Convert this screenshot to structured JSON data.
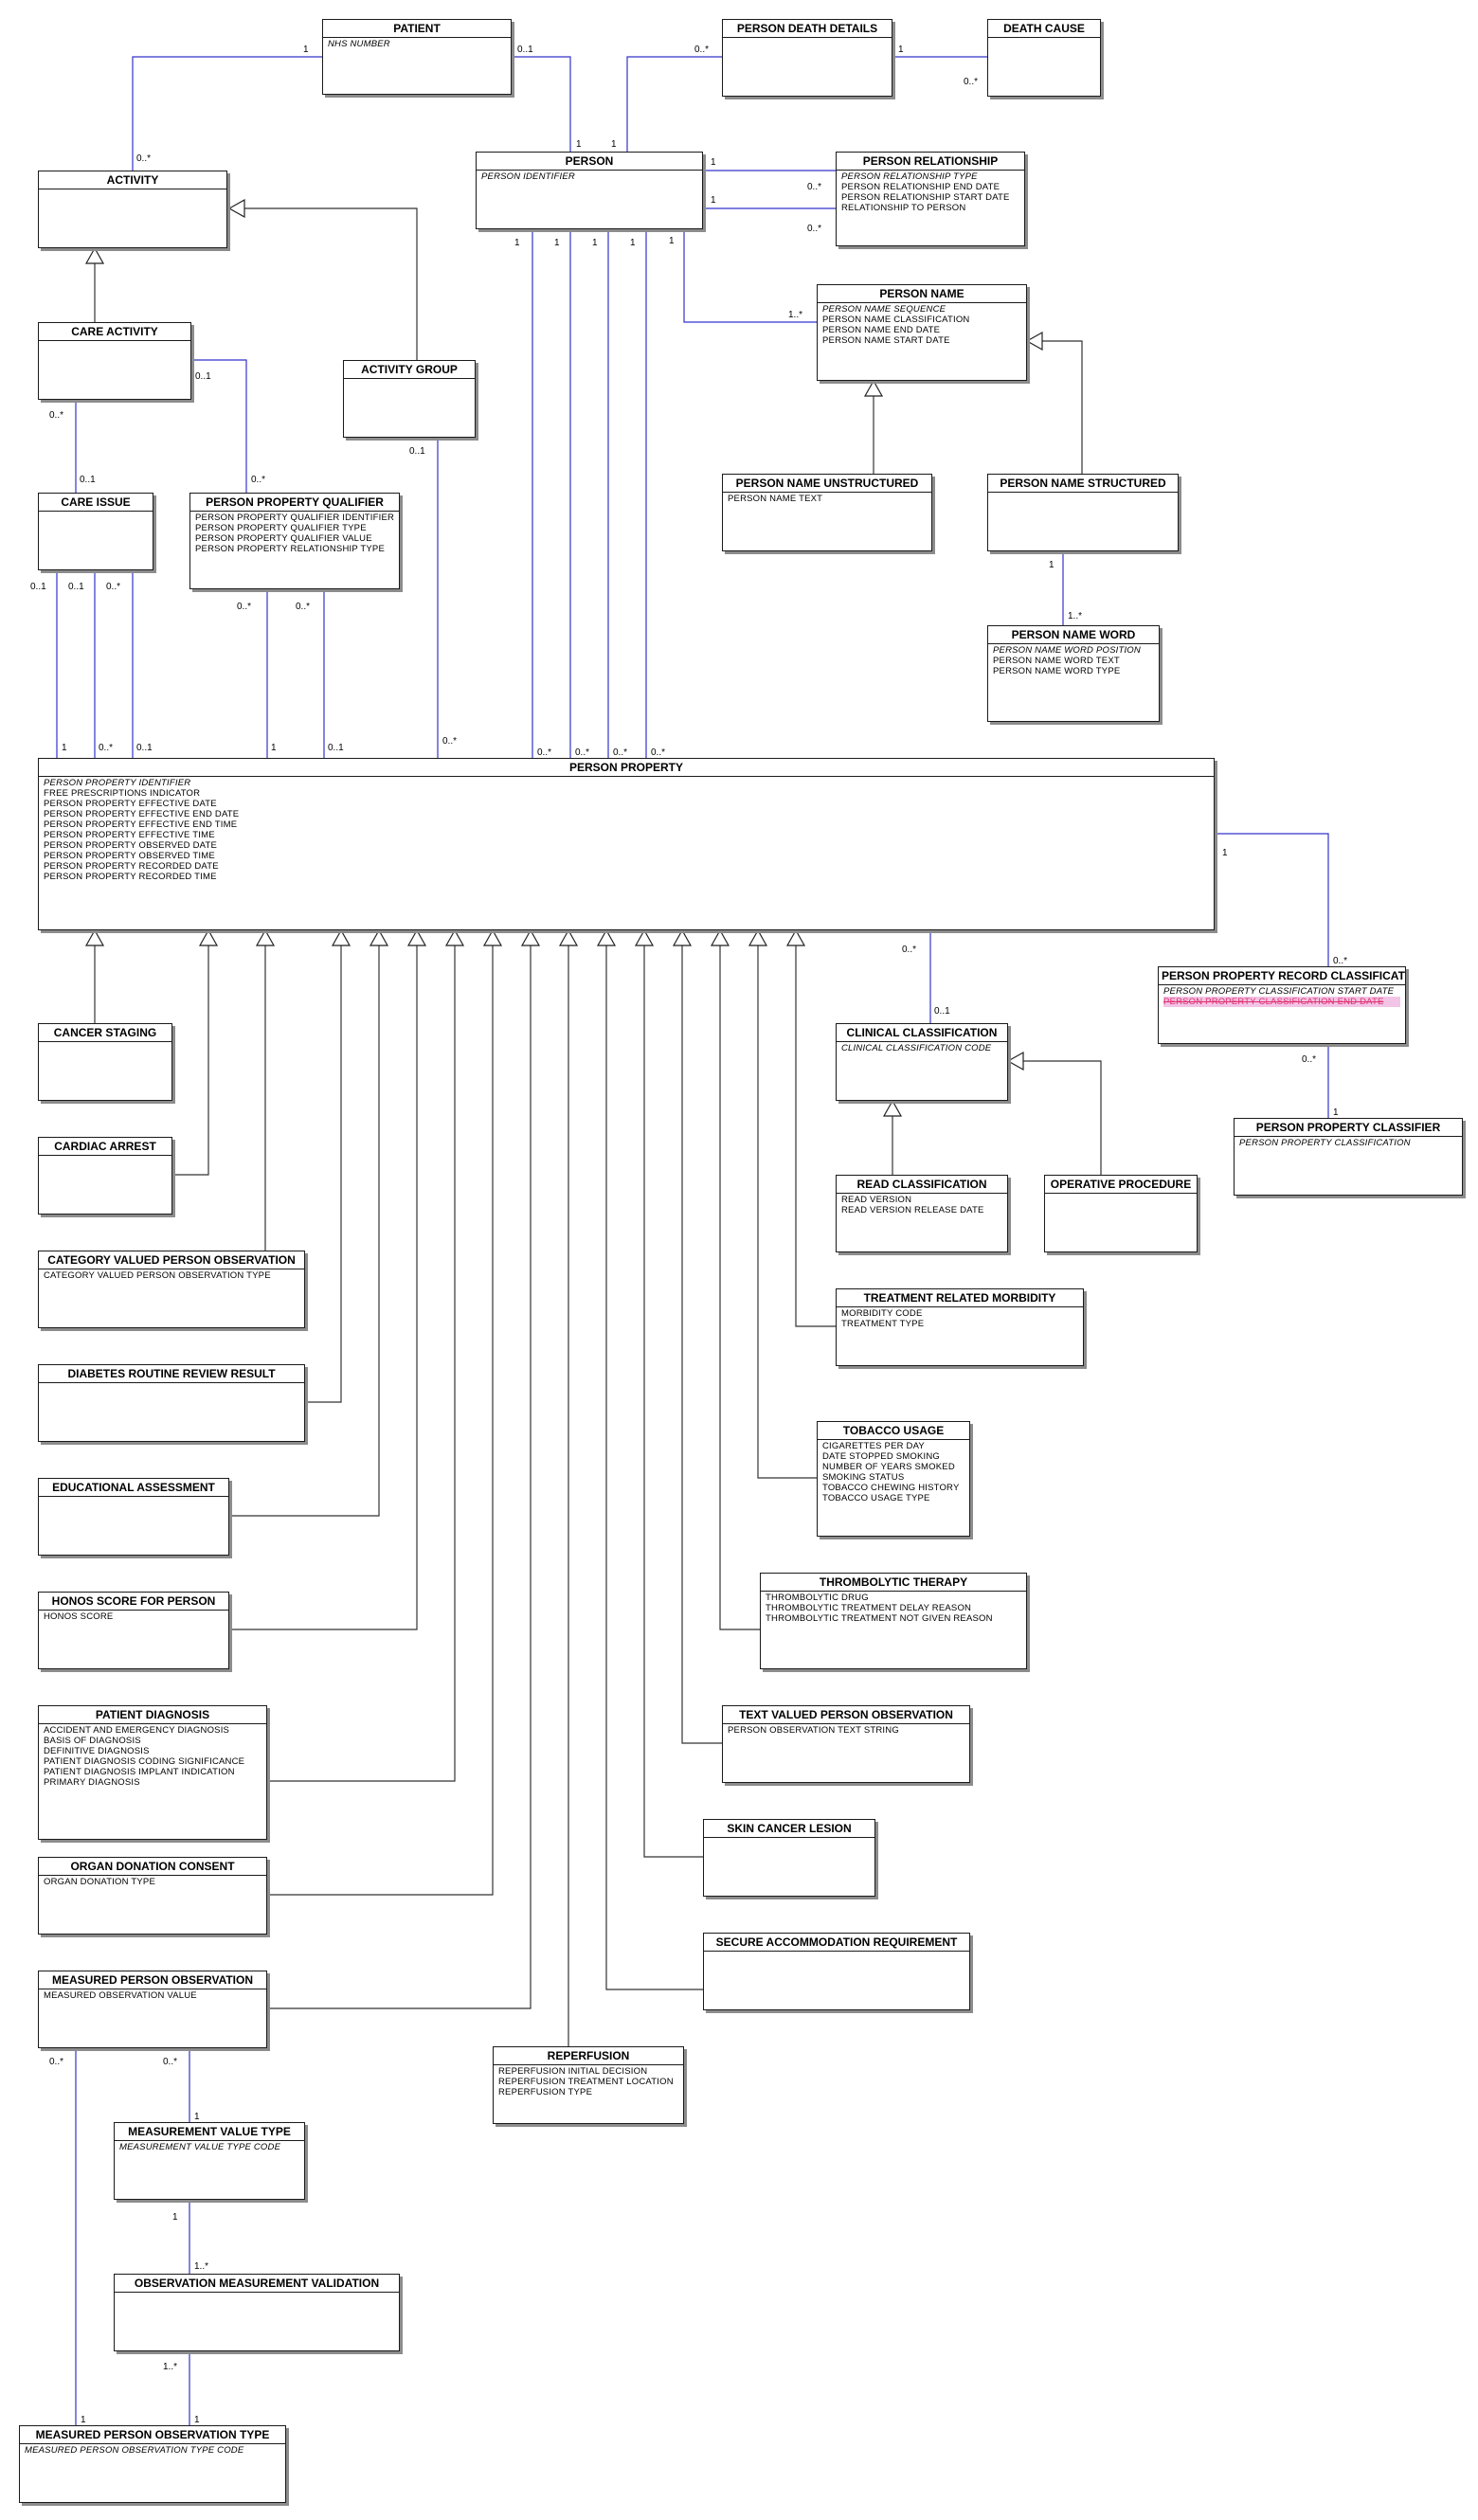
{
  "entities": {
    "patient": {
      "title": "PATIENT",
      "attrs": [
        {
          "text": "NHS NUMBER",
          "key": true
        }
      ]
    },
    "person_death_details": {
      "title": "PERSON DEATH DETAILS",
      "attrs": []
    },
    "death_cause": {
      "title": "DEATH CAUSE",
      "attrs": []
    },
    "activity": {
      "title": "ACTIVITY",
      "attrs": []
    },
    "person": {
      "title": "PERSON",
      "attrs": [
        {
          "text": "PERSON IDENTIFIER",
          "key": true
        }
      ]
    },
    "person_relationship": {
      "title": "PERSON RELATIONSHIP",
      "attrs": [
        {
          "text": "PERSON RELATIONSHIP TYPE",
          "key": true
        },
        {
          "text": "PERSON RELATIONSHIP END DATE"
        },
        {
          "text": "PERSON RELATIONSHIP START DATE"
        },
        {
          "text": "RELATIONSHIP TO PERSON"
        }
      ]
    },
    "care_activity": {
      "title": "CARE ACTIVITY",
      "attrs": []
    },
    "activity_group": {
      "title": "ACTIVITY GROUP",
      "attrs": []
    },
    "person_name": {
      "title": "PERSON NAME",
      "attrs": [
        {
          "text": "PERSON NAME SEQUENCE",
          "key": true
        },
        {
          "text": "PERSON NAME CLASSIFICATION"
        },
        {
          "text": "PERSON NAME END DATE"
        },
        {
          "text": "PERSON NAME START DATE"
        }
      ]
    },
    "person_name_unstructured": {
      "title": "PERSON NAME UNSTRUCTURED",
      "attrs": [
        {
          "text": "PERSON NAME TEXT"
        }
      ]
    },
    "person_name_structured": {
      "title": "PERSON NAME STRUCTURED",
      "attrs": []
    },
    "care_issue": {
      "title": "CARE ISSUE",
      "attrs": []
    },
    "person_property_qualifier": {
      "title": "PERSON PROPERTY QUALIFIER",
      "attrs": [
        {
          "text": "PERSON PROPERTY QUALIFIER IDENTIFIER"
        },
        {
          "text": "PERSON PROPERTY QUALIFIER TYPE"
        },
        {
          "text": "PERSON PROPERTY QUALIFIER VALUE"
        },
        {
          "text": "PERSON PROPERTY RELATIONSHIP TYPE"
        }
      ]
    },
    "person_name_word": {
      "title": "PERSON NAME WORD",
      "attrs": [
        {
          "text": "PERSON NAME WORD POSITION",
          "key": true
        },
        {
          "text": "PERSON NAME WORD TEXT"
        },
        {
          "text": "PERSON NAME WORD TYPE"
        }
      ]
    },
    "person_property": {
      "title": "PERSON PROPERTY",
      "attrs": [
        {
          "text": "PERSON PROPERTY IDENTIFIER",
          "key": true
        },
        {
          "text": "FREE PRESCRIPTIONS INDICATOR"
        },
        {
          "text": "PERSON PROPERTY EFFECTIVE DATE"
        },
        {
          "text": "PERSON PROPERTY EFFECTIVE END DATE"
        },
        {
          "text": "PERSON PROPERTY EFFECTIVE END TIME"
        },
        {
          "text": "PERSON PROPERTY EFFECTIVE TIME"
        },
        {
          "text": "PERSON PROPERTY OBSERVED DATE"
        },
        {
          "text": "PERSON PROPERTY OBSERVED TIME"
        },
        {
          "text": "PERSON PROPERTY RECORDED DATE"
        },
        {
          "text": "PERSON PROPERTY RECORDED TIME"
        }
      ]
    },
    "person_property_record_classification": {
      "title": "PERSON PROPERTY RECORD CLASSIFICATION",
      "attrs": [
        {
          "text": "PERSON PROPERTY CLASSIFICATION START DATE",
          "key": true
        },
        {
          "text": "PERSON PROPERTY CLASSIFICATION END DATE",
          "struck": true
        }
      ]
    },
    "cancer_staging": {
      "title": "CANCER STAGING",
      "attrs": []
    },
    "clinical_classification": {
      "title": "CLINICAL CLASSIFICATION",
      "attrs": [
        {
          "text": "CLINICAL CLASSIFICATION CODE",
          "key": true
        }
      ]
    },
    "person_property_classifier": {
      "title": "PERSON PROPERTY CLASSIFIER",
      "attrs": [
        {
          "text": "PERSON PROPERTY CLASSIFICATION",
          "key": true
        }
      ]
    },
    "cardiac_arrest": {
      "title": "CARDIAC ARREST",
      "attrs": []
    },
    "read_classification": {
      "title": "READ CLASSIFICATION",
      "attrs": [
        {
          "text": "READ VERSION"
        },
        {
          "text": "READ VERSION RELEASE DATE"
        }
      ]
    },
    "operative_procedure": {
      "title": "OPERATIVE PROCEDURE",
      "attrs": []
    },
    "category_valued_person_observation": {
      "title": "CATEGORY VALUED PERSON OBSERVATION",
      "attrs": [
        {
          "text": "CATEGORY VALUED PERSON OBSERVATION TYPE"
        }
      ]
    },
    "treatment_related_morbidity": {
      "title": "TREATMENT RELATED MORBIDITY",
      "attrs": [
        {
          "text": "MORBIDITY CODE"
        },
        {
          "text": "TREATMENT TYPE"
        }
      ]
    },
    "diabetes_routine_review_result": {
      "title": "DIABETES ROUTINE REVIEW RESULT",
      "attrs": []
    },
    "tobacco_usage": {
      "title": "TOBACCO USAGE",
      "attrs": [
        {
          "text": "CIGARETTES PER DAY"
        },
        {
          "text": "DATE STOPPED SMOKING"
        },
        {
          "text": "NUMBER OF YEARS SMOKED"
        },
        {
          "text": "SMOKING STATUS"
        },
        {
          "text": "TOBACCO CHEWING HISTORY"
        },
        {
          "text": "TOBACCO USAGE TYPE"
        }
      ]
    },
    "educational_assessment": {
      "title": "EDUCATIONAL ASSESSMENT",
      "attrs": []
    },
    "honos_score_for_person": {
      "title": "HONOS SCORE FOR PERSON",
      "attrs": [
        {
          "text": "HONOS SCORE"
        }
      ]
    },
    "thrombolytic_therapy": {
      "title": "THROMBOLYTIC THERAPY",
      "attrs": [
        {
          "text": "THROMBOLYTIC DRUG"
        },
        {
          "text": "THROMBOLYTIC TREATMENT DELAY REASON"
        },
        {
          "text": "THROMBOLYTIC TREATMENT NOT GIVEN REASON"
        }
      ]
    },
    "patient_diagnosis": {
      "title": "PATIENT DIAGNOSIS",
      "attrs": [
        {
          "text": "ACCIDENT AND EMERGENCY DIAGNOSIS"
        },
        {
          "text": "BASIS OF DIAGNOSIS"
        },
        {
          "text": "DEFINITIVE DIAGNOSIS"
        },
        {
          "text": "PATIENT DIAGNOSIS CODING SIGNIFICANCE"
        },
        {
          "text": "PATIENT DIAGNOSIS IMPLANT INDICATION"
        },
        {
          "text": "PRIMARY DIAGNOSIS"
        }
      ]
    },
    "text_valued_person_observation": {
      "title": "TEXT VALUED PERSON OBSERVATION",
      "attrs": [
        {
          "text": "PERSON OBSERVATION TEXT STRING"
        }
      ]
    },
    "skin_cancer_lesion": {
      "title": "SKIN CANCER LESION",
      "attrs": []
    },
    "organ_donation_consent": {
      "title": "ORGAN DONATION CONSENT",
      "attrs": [
        {
          "text": "ORGAN DONATION TYPE"
        }
      ]
    },
    "secure_accommodation_requirement": {
      "title": "SECURE ACCOMMODATION REQUIREMENT",
      "attrs": []
    },
    "measured_person_observation": {
      "title": "MEASURED PERSON OBSERVATION",
      "attrs": [
        {
          "text": "MEASURED OBSERVATION VALUE"
        }
      ]
    },
    "reperfusion": {
      "title": "REPERFUSION",
      "attrs": [
        {
          "text": "REPERFUSION INITIAL DECISION"
        },
        {
          "text": "REPERFUSION TREATMENT LOCATION"
        },
        {
          "text": "REPERFUSION TYPE"
        }
      ]
    },
    "measurement_value_type": {
      "title": "MEASUREMENT VALUE TYPE",
      "attrs": [
        {
          "text": "MEASUREMENT VALUE TYPE CODE",
          "key": true
        }
      ]
    },
    "observation_measurement_validation": {
      "title": "OBSERVATION MEASUREMENT VALIDATION",
      "attrs": []
    },
    "measured_person_observation_type": {
      "title": "MEASURED PERSON OBSERVATION TYPE",
      "attrs": [
        {
          "text": "MEASURED PERSON OBSERVATION TYPE CODE",
          "key": true
        }
      ]
    }
  },
  "multiplicities": [
    "1",
    "0..1",
    "0..*",
    "1..*"
  ],
  "colors": {
    "association": "#3333cc",
    "generalization": "#333333",
    "border": "#1a1a1a",
    "shadow": "#8c8c8c",
    "struck_text": "#e0306e",
    "struck_bg": "#f2c4e6"
  }
}
